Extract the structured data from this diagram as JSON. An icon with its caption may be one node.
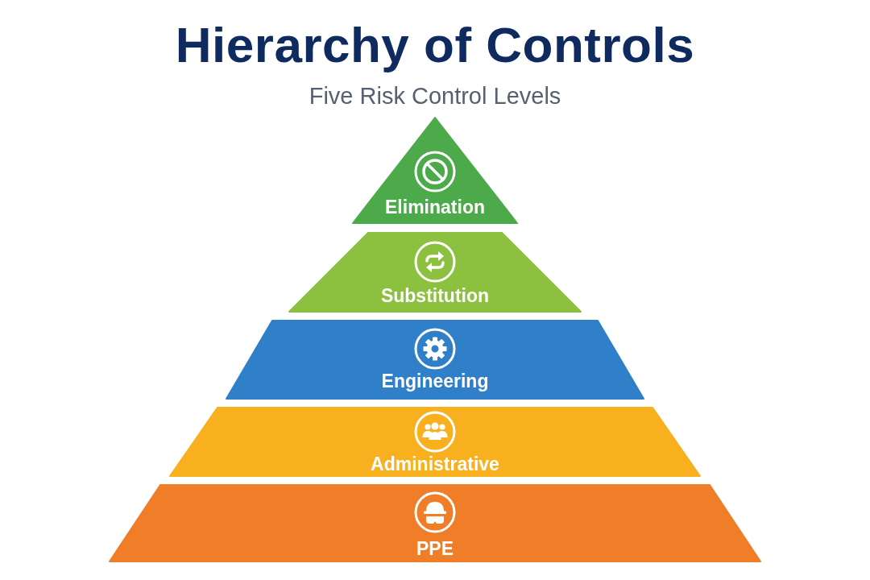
{
  "diagram": {
    "title": "Hierarchy of Controls",
    "nodes": [
      {
        "text": [
          "Elimination"
        ]
      },
      {
        "text": [
          "Substitution"
        ]
      },
      {
        "text": [
          "Engineering"
        ]
      },
      {
        "text": [
          "Administrative"
        ]
      },
      {
        "text": [
          "PPE"
        ]
      }
    ],
    "labels": [
      "Five Risk Control Levels"
    ]
  }
}
